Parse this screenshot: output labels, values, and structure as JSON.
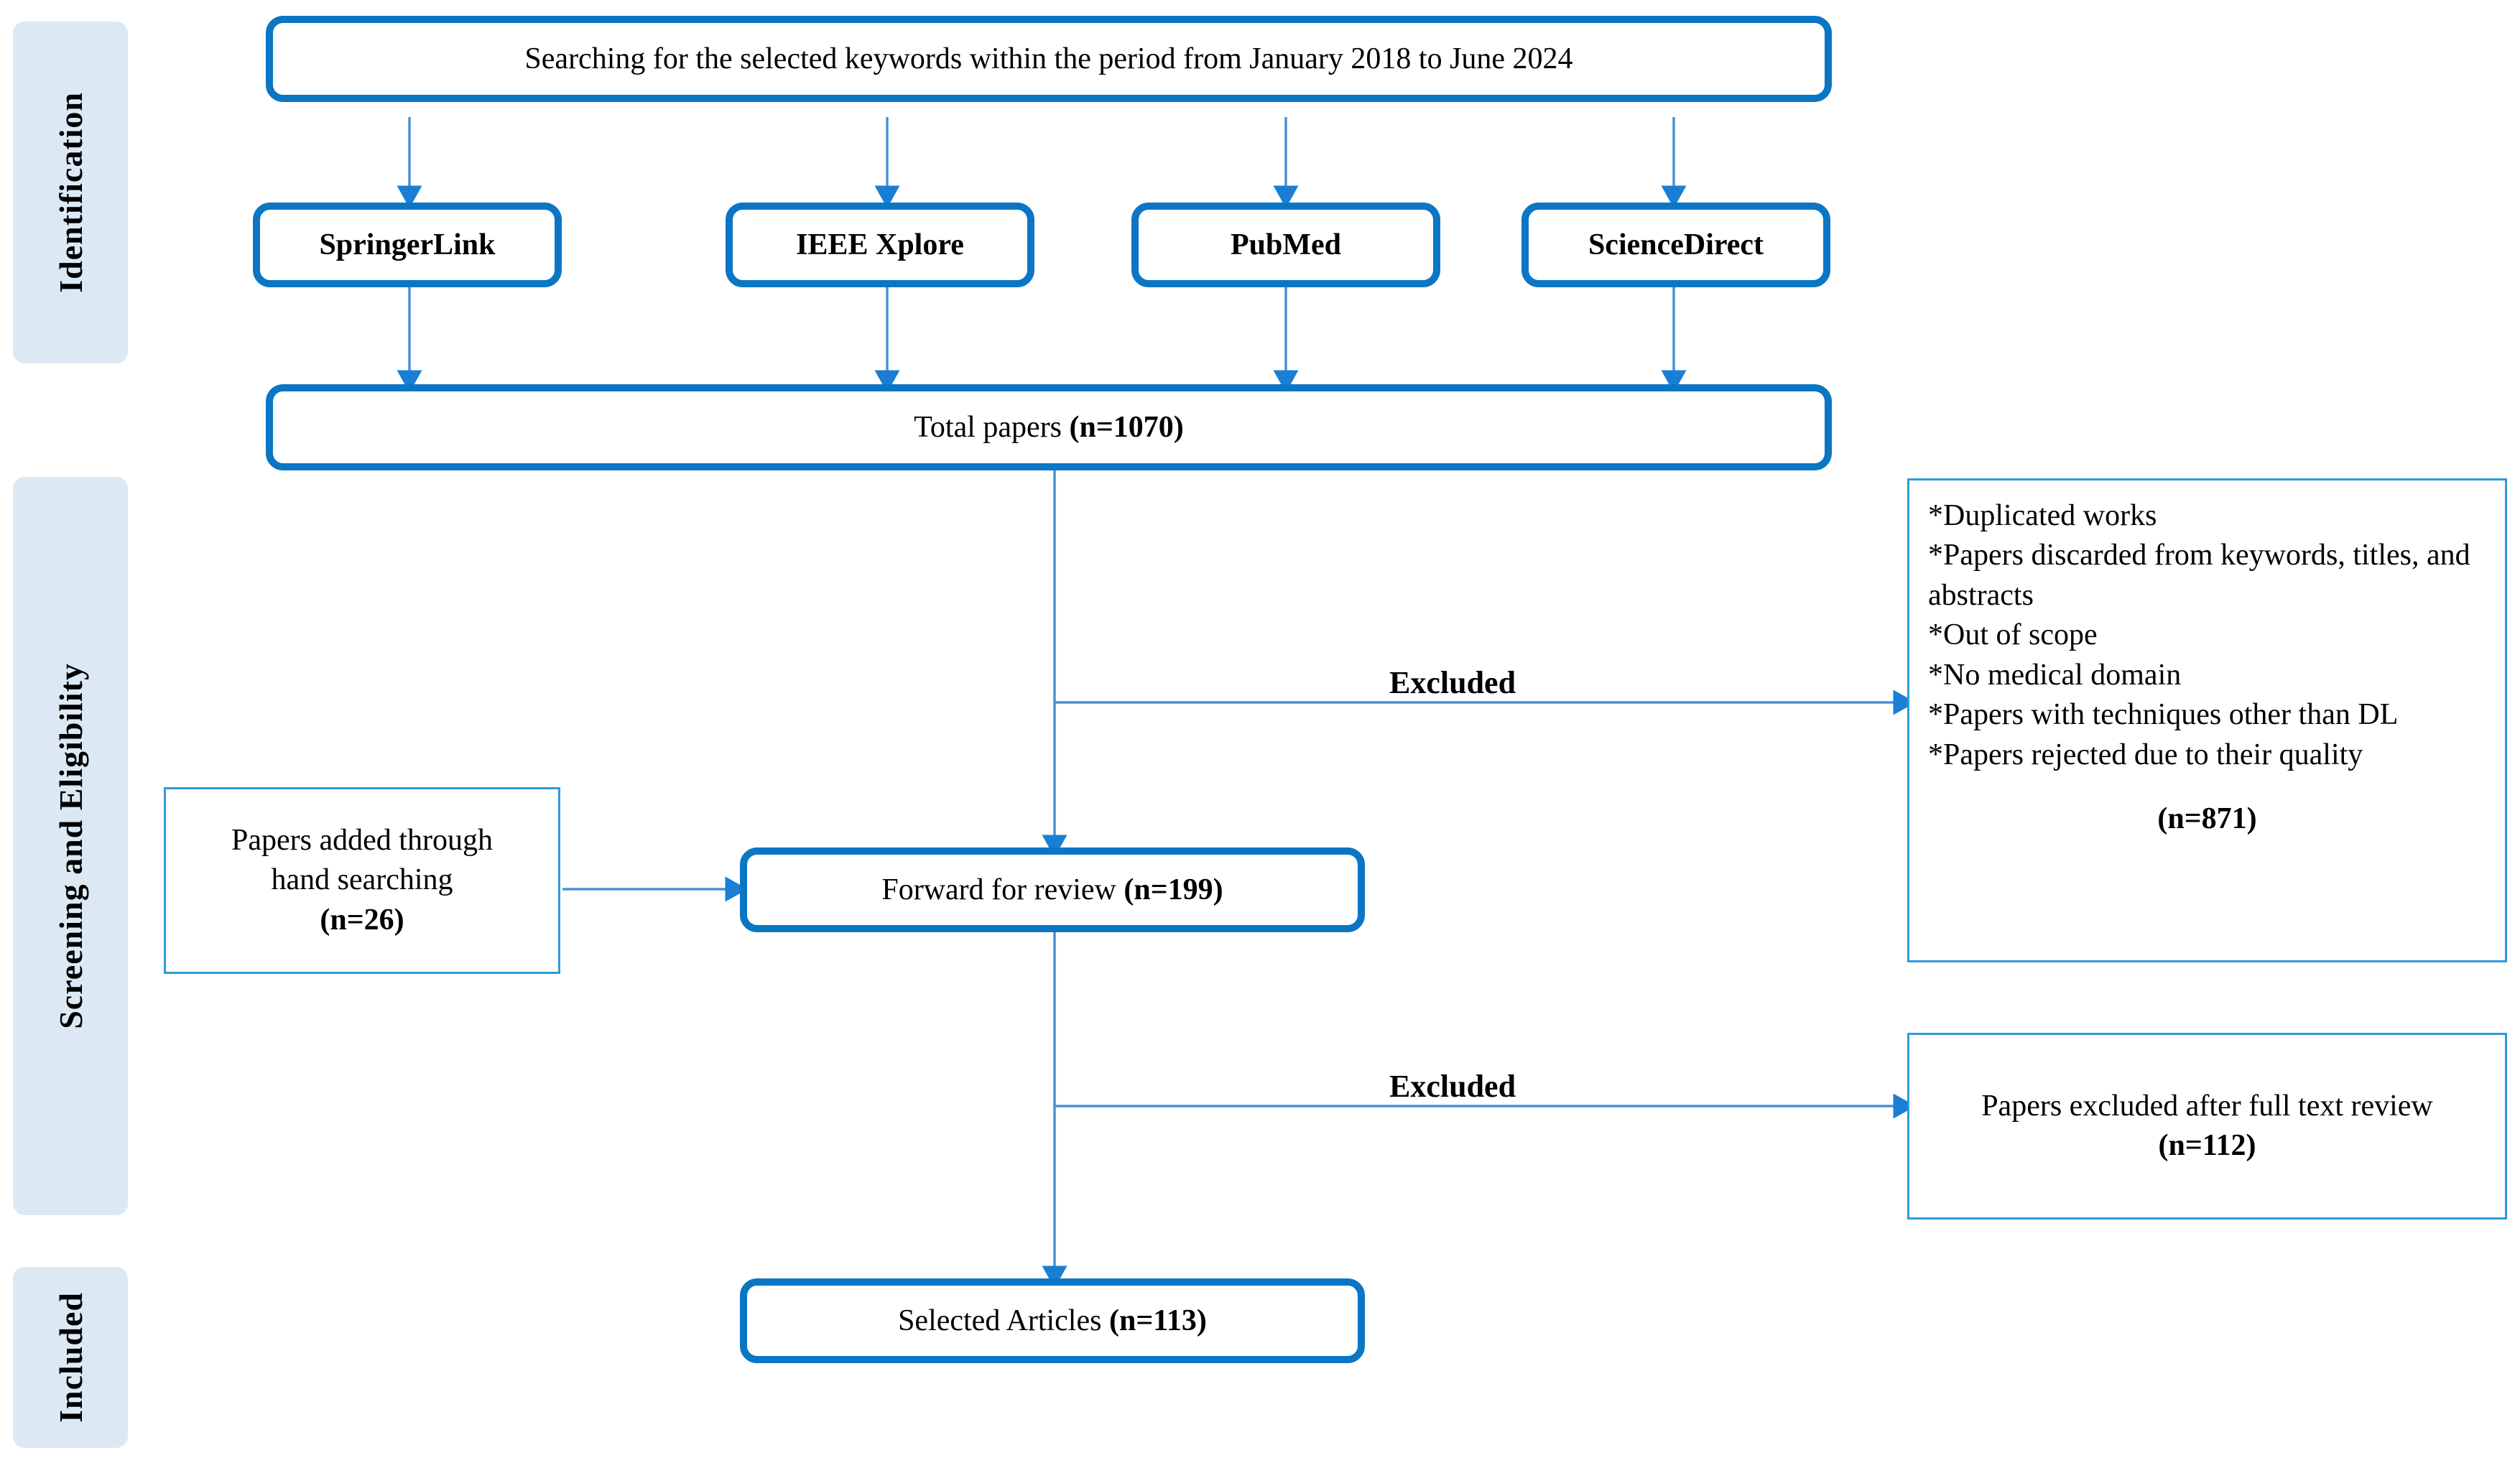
{
  "stages": [
    {
      "label": "Identification"
    },
    {
      "label": "Screening and Eligibility"
    },
    {
      "label": "Included"
    }
  ],
  "colors": {
    "box_border_thick": "#0b76c4",
    "box_border_thin": "#2e9bd6",
    "stage_fill": "#dce9f5",
    "arrow": "#4a90d9",
    "arrow_head": "#1a7fd4",
    "text": "#000000"
  },
  "search_box": {
    "text": "Searching for the selected keywords within the period from January 2018 to June 2024"
  },
  "databases": [
    {
      "label": "SpringerLink"
    },
    {
      "label": "IEEE Xplore"
    },
    {
      "label": "PubMed"
    },
    {
      "label": "ScienceDirect"
    }
  ],
  "total_papers": {
    "prefix": "Total papers ",
    "count": "(n=1070)"
  },
  "exclusion_screening": {
    "items": [
      "*Duplicated works",
      "*Papers discarded from keywords, titles, and abstracts",
      "*Out of scope",
      "*No medical domain",
      "*Papers with techniques other than DL",
      "*Papers rejected due to their quality"
    ],
    "count": "(n=871)"
  },
  "hand_search": {
    "line1": "Papers added through",
    "line2": "hand searching",
    "count": "(n=26)"
  },
  "forward_review": {
    "prefix": "Forward for review ",
    "count": "(n=199)"
  },
  "exclusion_fulltext": {
    "text": "Papers excluded after full text review",
    "count": "(n=112)"
  },
  "selected_articles": {
    "prefix": "Selected Articles ",
    "count": "(n=113)"
  },
  "excluded_labels": [
    {
      "label": "Excluded"
    },
    {
      "label": "Excluded"
    }
  ]
}
